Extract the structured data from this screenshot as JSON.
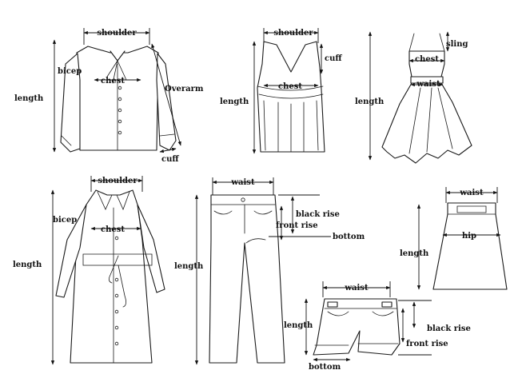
{
  "labels": {
    "shirt": {
      "shoulder": "shoulder",
      "bicep": "bicep",
      "chest": "chest",
      "length": "length",
      "overarm": "Overarm",
      "cuff": "cuff"
    },
    "vest": {
      "shoulder": "shoulder",
      "cuff": "cuff",
      "chest": "chest",
      "length": "length"
    },
    "dress": {
      "sling": "sling",
      "chest": "chest",
      "waist": "waist",
      "length": "length"
    },
    "coat": {
      "shoulder": "shoulder",
      "bicep": "bicep",
      "chest": "chest",
      "length": "length"
    },
    "pants": {
      "waist": "waist",
      "black_rise": "black rise",
      "front_rise": "front rise",
      "bottom": "bottom",
      "length": "length"
    },
    "skirt": {
      "waist": "waist",
      "hip": "hip",
      "length": "length"
    },
    "shorts": {
      "waist": "waist",
      "length": "length",
      "black_rise": "black rise",
      "front_rise": "front rise",
      "bottom": "bottom"
    }
  }
}
